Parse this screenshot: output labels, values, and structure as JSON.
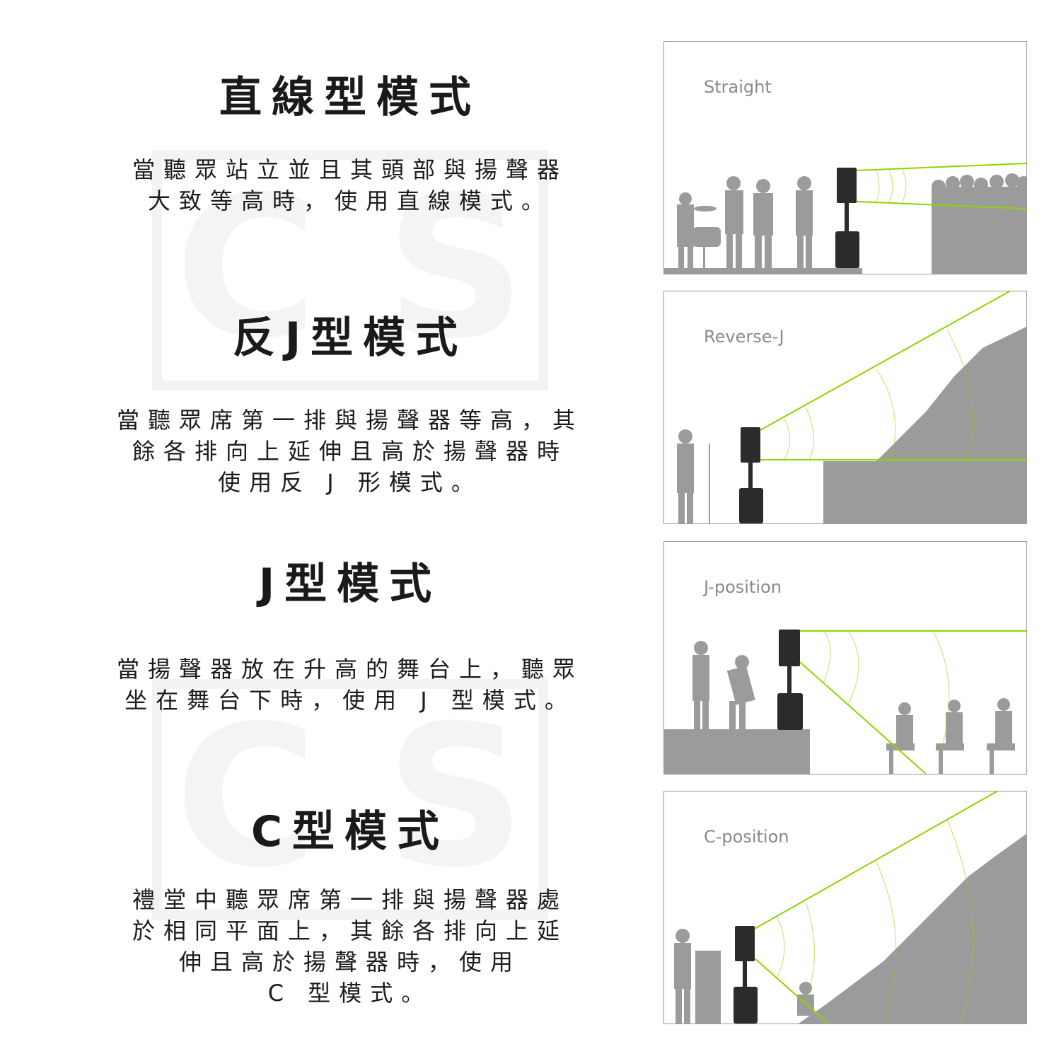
{
  "sections": [
    {
      "title": "直線型模式",
      "description": [
        "當聽眾站立並且其頭部與揚聲器",
        "大致等高時，使用直線模式。"
      ],
      "diagram_label": "Straight"
    },
    {
      "title": "反J型模式",
      "description": [
        "當聽眾席第一排與揚聲器等高，其",
        "餘各排向上延伸且高於揚聲器時",
        "使用反 J 形模式。"
      ],
      "diagram_label": "Reverse-J"
    },
    {
      "title": "J型模式",
      "description": [
        "當揚聲器放在升高的舞台上，聽眾",
        "坐在舞台下時，使用 J 型模式。"
      ],
      "diagram_label": "J-position"
    },
    {
      "title": "C型模式",
      "description": [
        "禮堂中聽眾席第一排與揚聲器處",
        "於相同平面上，其餘各排向上延",
        "伸且高於揚聲器時，使用",
        "C 型模式。"
      ],
      "diagram_label": "C-position"
    }
  ],
  "colors": {
    "beam": "#8fd400",
    "silhouette": "#9b9b9b",
    "speaker": "#2b2b2b",
    "watermark": "#f3f3f3"
  },
  "icons": [
    "speaker-icon",
    "crowd-silhouette",
    "watermark-logo"
  ]
}
